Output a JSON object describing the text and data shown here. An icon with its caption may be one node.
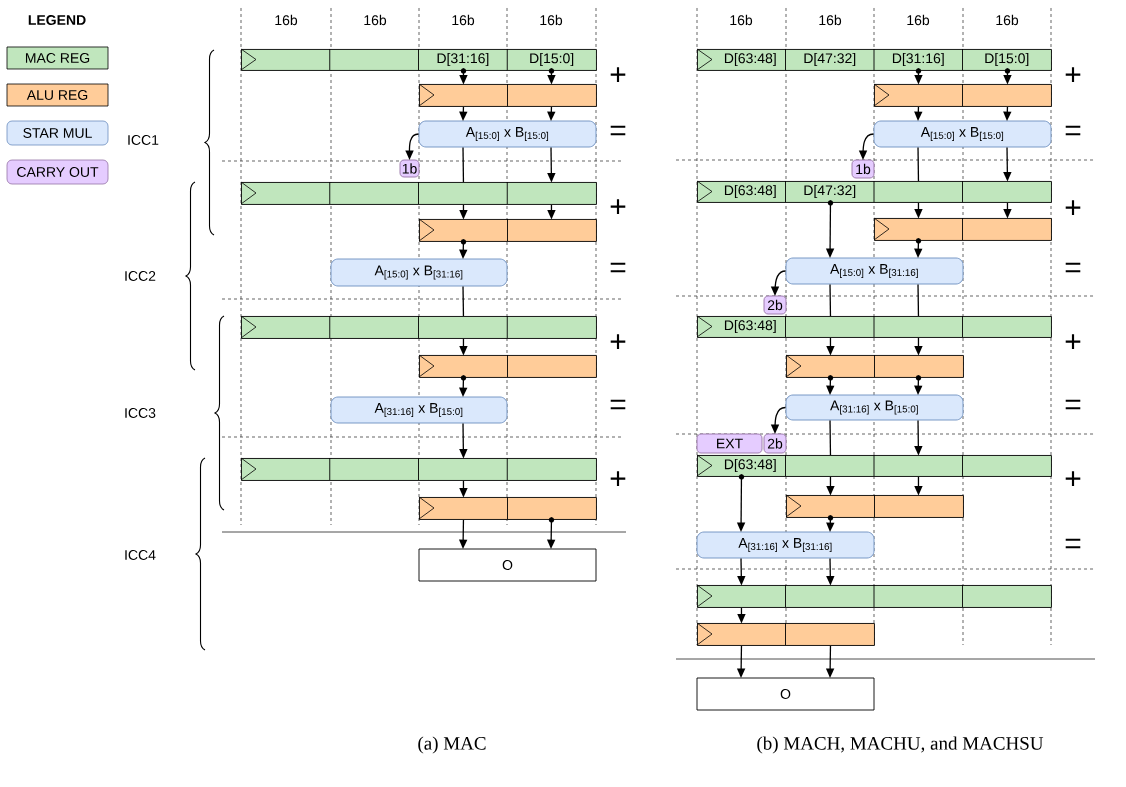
{
  "diagram": {
    "nodes": [
      {
        "text": [
          "D[31:16]",
          "D[15:0]"
        ]
      },
      {
        "text": [],
        "shape": "bar"
      },
      {
        "text": [
          "A$_{[15:0]}$ x B$_{[15:0]}$"
        ]
      },
      {
        "text": [
          "1b"
        ]
      },
      {
        "text": [],
        "shape": "bar"
      },
      {
        "text": [],
        "shape": "bar"
      },
      {
        "text": [
          "A$_{[15:0]}$ x B$_{[31:16]}$"
        ]
      },
      {
        "text": [],
        "shape": "bar"
      },
      {
        "text": [],
        "shape": "bar"
      },
      {
        "text": [
          "A$_{[31:16]}$ x B$_{[15:0]}$"
        ]
      },
      {
        "text": [],
        "shape": "bar"
      },
      {
        "text": [],
        "shape": "bar"
      },
      {
        "text": [
          "O"
        ]
      },
      {
        "text": [
          "D[63:48]",
          "D[47:32]",
          "D[31:16]",
          "D[15:0]"
        ]
      },
      {
        "text": [],
        "shape": "bar"
      },
      {
        "text": [
          "A$_{[15:0]}$ x B$_{[15:0]}$"
        ]
      },
      {
        "text": [
          "1b"
        ]
      },
      {
        "text": [
          "D[63:48]",
          "D[47:32]"
        ]
      },
      {
        "text": [],
        "shape": "bar"
      },
      {
        "text": [
          "A$_{[15:0]}$ x B$_{[31:16]}$"
        ]
      },
      {
        "text": [
          "2b"
        ]
      },
      {
        "text": [
          "D[63:48]"
        ]
      },
      {
        "text": [],
        "shape": "bar"
      },
      {
        "text": [
          "A$_{[31:16]}$ x B$_{[15:0]}$"
        ]
      },
      {
        "text": [
          "EXT"
        ]
      },
      {
        "text": [
          "2b"
        ]
      },
      {
        "text": [
          "D[63:48]"
        ]
      },
      {
        "text": [],
        "shape": "bar"
      },
      {
        "text": [
          "A$_{[31:16]}$ x B$_{[31:16]}$"
        ]
      },
      {
        "text": [],
        "shape": "bar"
      },
      {
        "text": [],
        "shape": "bar"
      },
      {
        "text": [
          "O"
        ]
      }
    ],
    "edges": [
      {
        "from": 0,
        "to": 1,
        "arrow": "to"
      },
      {
        "from": 0,
        "to": 1,
        "arrow": "to"
      },
      {
        "from": 1,
        "to": 2,
        "arrow": "to"
      },
      {
        "from": 1,
        "to": 2,
        "arrow": "to"
      },
      {
        "from": 2,
        "to": 3,
        "arrow": "to"
      },
      {
        "from": 2,
        "to": 4,
        "arrow": "none"
      },
      {
        "from": 2,
        "to": 4,
        "arrow": "to"
      },
      {
        "from": 4,
        "to": 5,
        "arrow": "to"
      },
      {
        "from": 4,
        "to": 5,
        "arrow": "to"
      },
      {
        "from": 5,
        "to": 6,
        "arrow": "to"
      },
      {
        "from": 6,
        "to": 7,
        "arrow": "none"
      },
      {
        "from": 7,
        "to": 8,
        "arrow": "to"
      },
      {
        "from": 8,
        "to": 9,
        "arrow": "to"
      },
      {
        "from": 9,
        "to": 10,
        "arrow": "to"
      },
      {
        "from": 10,
        "to": 11,
        "arrow": "to"
      },
      {
        "from": 11,
        "to": 12,
        "arrow": "to"
      },
      {
        "from": 11,
        "to": 12,
        "arrow": "to"
      },
      {
        "from": 13,
        "to": 14,
        "arrow": "to"
      },
      {
        "from": 13,
        "to": 14,
        "arrow": "to"
      },
      {
        "from": 14,
        "to": 15,
        "arrow": "to"
      },
      {
        "from": 14,
        "to": 15,
        "arrow": "to"
      },
      {
        "from": 15,
        "to": 16,
        "arrow": "to"
      },
      {
        "from": 15,
        "to": 17,
        "arrow": "none"
      },
      {
        "from": 15,
        "to": 17,
        "arrow": "to"
      },
      {
        "from": 17,
        "to": 18,
        "arrow": "to"
      },
      {
        "from": 17,
        "to": 18,
        "arrow": "to"
      },
      {
        "from": 17,
        "to": 19,
        "arrow": "to"
      },
      {
        "from": 18,
        "to": 19,
        "arrow": "to"
      },
      {
        "from": 19,
        "to": 20,
        "arrow": "to"
      },
      {
        "from": 19,
        "to": 21,
        "arrow": "none"
      },
      {
        "from": 19,
        "to": 21,
        "arrow": "none"
      },
      {
        "from": 21,
        "to": 22,
        "arrow": "to"
      },
      {
        "from": 21,
        "to": 22,
        "arrow": "to"
      },
      {
        "from": 22,
        "to": 23,
        "arrow": "to"
      },
      {
        "from": 22,
        "to": 23,
        "arrow": "to"
      },
      {
        "from": 23,
        "to": 25,
        "arrow": "to"
      },
      {
        "from": 23,
        "to": 26,
        "arrow": "none"
      },
      {
        "from": 23,
        "to": 26,
        "arrow": "to"
      },
      {
        "from": 26,
        "to": 27,
        "arrow": "to"
      },
      {
        "from": 26,
        "to": 27,
        "arrow": "to"
      },
      {
        "from": 26,
        "to": 28,
        "arrow": "to"
      },
      {
        "from": 27,
        "to": 28,
        "arrow": "to"
      },
      {
        "from": 28,
        "to": 29,
        "arrow": "to"
      },
      {
        "from": 28,
        "to": 29,
        "arrow": "to"
      },
      {
        "from": 29,
        "to": 30,
        "arrow": "to"
      },
      {
        "from": 30,
        "to": 31,
        "arrow": "to"
      },
      {
        "from": 30,
        "to": 31,
        "arrow": "to"
      }
    ],
    "labels": [
      "LEGEND",
      "16b",
      "16b",
      "16b",
      "16b",
      "16b",
      "16b",
      "16b",
      "16b",
      "ICC1",
      "ICC2",
      "ICC3",
      "ICC4",
      "+",
      "=",
      "+",
      "=",
      "+",
      "=",
      "+",
      "+",
      "=",
      "+",
      "=",
      "+",
      "=",
      "+",
      "=",
      "(a) MAC",
      "(b) MACH, MACHU, and MACHSU"
    ],
    "legend": [
      {
        "text": "MAC REG",
        "color": "#c0e6bd"
      },
      {
        "text": "ALU REG",
        "color": "#ffcc99"
      },
      {
        "text": "STAR MUL",
        "color": "#dae8fc"
      },
      {
        "text": "CARRY OUT",
        "color": "#e5ccff"
      }
    ]
  }
}
